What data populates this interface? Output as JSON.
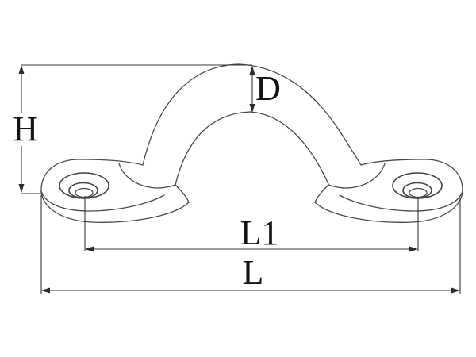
{
  "drawing": {
    "type": "technical-line-drawing",
    "subject": "eye strap pad with arched loop and two countersunk mounting holes",
    "dimension_labels": {
      "height": "H",
      "loop_diameter": "D",
      "hole_centers": "L1",
      "overall_length": "L"
    },
    "colors": {
      "background": "#ffffff",
      "part_outline": "#4a4a4a",
      "dimension_line": "#373737",
      "label_text": "#141414"
    }
  }
}
